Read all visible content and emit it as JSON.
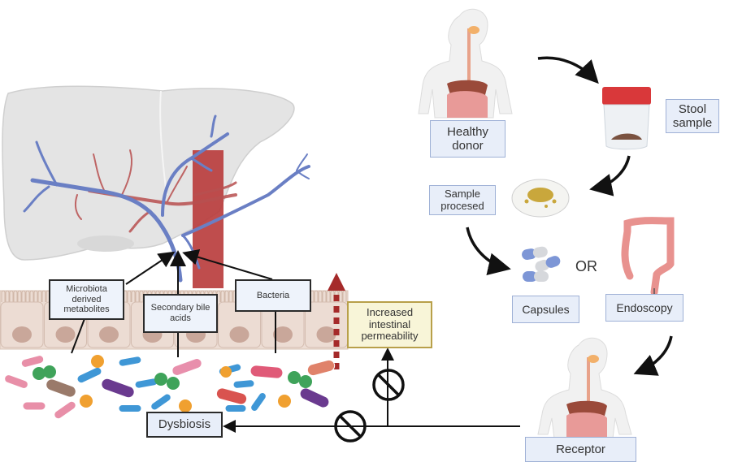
{
  "title": "Fecal microbiota transplantation and gut-liver axis",
  "left_panel": {
    "labels": {
      "microbiota_metabolites": "Microbiota\nderived\nmetabolites",
      "secondary_bile_acids": "Secondary bile\nacids",
      "bacteria": "Bacteria",
      "increased_permeability": "Increased\nintestinal\npermeability",
      "dysbiosis": "Dysbiosis"
    },
    "icons": [
      "liver-icon",
      "portal-vein-icon",
      "artery-icon",
      "intestinal-epithelium-icon",
      "bacteria-icon",
      "inhibition-icon",
      "dashed-arrow-up-icon"
    ]
  },
  "right_panel": {
    "steps": [
      {
        "label": "Healthy\ndonor",
        "icon": "human-body-icon"
      },
      {
        "label": "Stool\nsample",
        "icon": "stool-jar-icon"
      },
      {
        "label": "Sample\nprocesed",
        "icon": "petri-dish-icon"
      },
      {
        "label": "Capsules",
        "icon": "capsules-icon"
      },
      {
        "label": "Endoscopy",
        "icon": "colon-icon"
      },
      {
        "label": "Receptor",
        "icon": "human-body-icon"
      }
    ],
    "or_text": "OR"
  },
  "colors": {
    "label_fill": "#e8eef9",
    "label_border": "#9fb1d6",
    "vein_blue": "#6a7fc4",
    "artery_red": "#b83a3a",
    "liver_gray": "#e4e4e4",
    "epithelium": "#ecdcd3",
    "yellow_box": "#f8f5d8"
  }
}
